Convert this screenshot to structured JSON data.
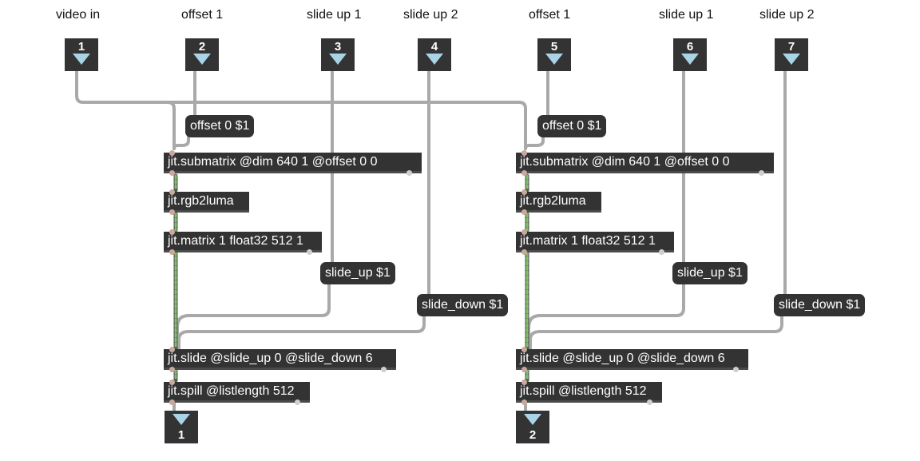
{
  "colors": {
    "object_bg": "#333333",
    "patch_cord": "#a9a9a9",
    "matrix_cord": "#7fc067",
    "inlet_arrow": "#a9d3e6"
  },
  "inlet_labels": [
    "video in",
    "offset 1",
    "slide up 1",
    "slide up 2",
    "offset 1",
    "slide up 1",
    "slide up 2"
  ],
  "inlets": [
    "1",
    "2",
    "3",
    "4",
    "5",
    "6",
    "7"
  ],
  "outlets": [
    "1",
    "2"
  ],
  "left_chain": {
    "offset_msg": "offset 0 $1",
    "submatrix": "jit.submatrix @dim 640 1 @offset 0 0",
    "rgb2luma": "jit.rgb2luma",
    "matrix": "jit.matrix 1 float32 512 1",
    "slide_up_msg": "slide_up $1",
    "slide_down_msg": "slide_down $1",
    "slide": "jit.slide @slide_up 0 @slide_down 6",
    "spill": "jit.spill @listlength 512"
  },
  "right_chain": {
    "offset_msg": "offset 0 $1",
    "submatrix": "jit.submatrix @dim 640 1 @offset 0 0",
    "rgb2luma": "jit.rgb2luma",
    "matrix": "jit.matrix 1 float32 512 1",
    "slide_up_msg": "slide_up $1",
    "slide_down_msg": "slide_down $1",
    "slide": "jit.slide @slide_up 0 @slide_down 6",
    "spill": "jit.spill @listlength 512"
  }
}
